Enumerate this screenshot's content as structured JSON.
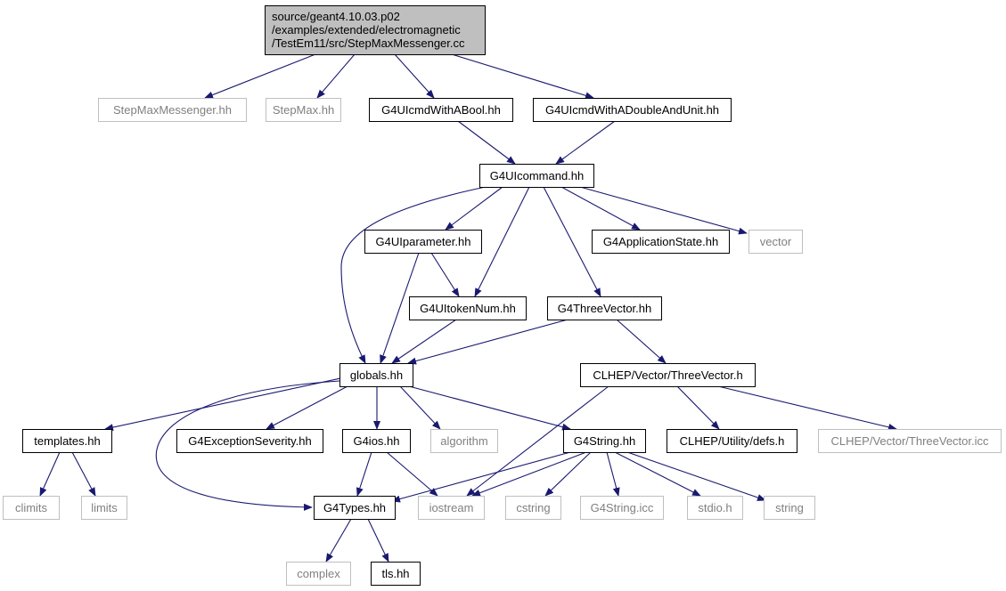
{
  "colors": {
    "edge": "#191970",
    "root_fill": "#bfbfbf",
    "node_border": "#000000",
    "external_border": "#bfbfbf",
    "text": "#000000",
    "external_text": "#808080"
  },
  "nodes": {
    "root": {
      "label_lines": [
        "source/geant4.10.03.p02",
        "/examples/extended/electromagnetic",
        "/TestEm11/src/StepMaxMessenger.cc"
      ],
      "kind": "root"
    },
    "stepmaxmessenger_hh": {
      "label": "StepMaxMessenger.hh",
      "kind": "external"
    },
    "stepmax_hh": {
      "label": "StepMax.hh",
      "kind": "external"
    },
    "g4uicmdwithabool_hh": {
      "label": "G4UIcmdWithABool.hh",
      "kind": "normal"
    },
    "g4uicmdwithadoubleandunit_hh": {
      "label": "G4UIcmdWithADoubleAndUnit.hh",
      "kind": "normal"
    },
    "g4uicommand_hh": {
      "label": "G4UIcommand.hh",
      "kind": "normal"
    },
    "g4uiparameter_hh": {
      "label": "G4UIparameter.hh",
      "kind": "normal"
    },
    "g4applicationstate_hh": {
      "label": "G4ApplicationState.hh",
      "kind": "normal"
    },
    "vector": {
      "label": "vector",
      "kind": "external"
    },
    "g4uitokennum_hh": {
      "label": "G4UItokenNum.hh",
      "kind": "normal"
    },
    "g4threevector_hh": {
      "label": "G4ThreeVector.hh",
      "kind": "normal"
    },
    "globals_hh": {
      "label": "globals.hh",
      "kind": "normal"
    },
    "clhep_threevector_h": {
      "label": "CLHEP/Vector/ThreeVector.h",
      "kind": "normal"
    },
    "templates_hh": {
      "label": "templates.hh",
      "kind": "normal"
    },
    "g4exceptionseverity_hh": {
      "label": "G4ExceptionSeverity.hh",
      "kind": "normal"
    },
    "g4ios_hh": {
      "label": "G4ios.hh",
      "kind": "normal"
    },
    "algorithm": {
      "label": "algorithm",
      "kind": "external"
    },
    "g4string_hh": {
      "label": "G4String.hh",
      "kind": "normal"
    },
    "clhep_utility_defs_h": {
      "label": "CLHEP/Utility/defs.h",
      "kind": "normal"
    },
    "clhep_threevector_icc": {
      "label": "CLHEP/Vector/ThreeVector.icc",
      "kind": "external"
    },
    "climits": {
      "label": "climits",
      "kind": "external"
    },
    "limits": {
      "label": "limits",
      "kind": "external"
    },
    "g4types_hh": {
      "label": "G4Types.hh",
      "kind": "normal"
    },
    "iostream": {
      "label": "iostream",
      "kind": "external"
    },
    "cstring": {
      "label": "cstring",
      "kind": "external"
    },
    "g4string_icc": {
      "label": "G4String.icc",
      "kind": "external"
    },
    "stdio_h": {
      "label": "stdio.h",
      "kind": "external"
    },
    "string": {
      "label": "string",
      "kind": "external"
    },
    "complex": {
      "label": "complex",
      "kind": "external"
    },
    "tls_hh": {
      "label": "tls.hh",
      "kind": "normal"
    }
  },
  "edges": [
    [
      "root",
      "stepmaxmessenger_hh"
    ],
    [
      "root",
      "stepmax_hh"
    ],
    [
      "root",
      "g4uicmdwithabool_hh"
    ],
    [
      "root",
      "g4uicmdwithadoubleandunit_hh"
    ],
    [
      "g4uicmdwithabool_hh",
      "g4uicommand_hh"
    ],
    [
      "g4uicmdwithadoubleandunit_hh",
      "g4uicommand_hh"
    ],
    [
      "g4uicommand_hh",
      "g4uiparameter_hh"
    ],
    [
      "g4uicommand_hh",
      "g4applicationstate_hh"
    ],
    [
      "g4uicommand_hh",
      "vector"
    ],
    [
      "g4uicommand_hh",
      "g4uitokennum_hh"
    ],
    [
      "g4uicommand_hh",
      "g4threevector_hh"
    ],
    [
      "g4uicommand_hh",
      "globals_hh"
    ],
    [
      "g4uiparameter_hh",
      "g4uitokennum_hh"
    ],
    [
      "g4uiparameter_hh",
      "globals_hh"
    ],
    [
      "g4uitokennum_hh",
      "globals_hh"
    ],
    [
      "g4threevector_hh",
      "globals_hh"
    ],
    [
      "g4threevector_hh",
      "clhep_threevector_h"
    ],
    [
      "clhep_threevector_h",
      "iostream"
    ],
    [
      "clhep_threevector_h",
      "clhep_utility_defs_h"
    ],
    [
      "clhep_threevector_h",
      "clhep_threevector_icc"
    ],
    [
      "globals_hh",
      "templates_hh"
    ],
    [
      "globals_hh",
      "g4exceptionseverity_hh"
    ],
    [
      "globals_hh",
      "g4ios_hh"
    ],
    [
      "globals_hh",
      "algorithm"
    ],
    [
      "globals_hh",
      "g4string_hh"
    ],
    [
      "globals_hh",
      "g4types_hh"
    ],
    [
      "templates_hh",
      "climits"
    ],
    [
      "templates_hh",
      "limits"
    ],
    [
      "g4ios_hh",
      "g4types_hh"
    ],
    [
      "g4ios_hh",
      "iostream"
    ],
    [
      "g4string_hh",
      "g4types_hh"
    ],
    [
      "g4string_hh",
      "iostream"
    ],
    [
      "g4string_hh",
      "cstring"
    ],
    [
      "g4string_hh",
      "g4string_icc"
    ],
    [
      "g4string_hh",
      "stdio_h"
    ],
    [
      "g4string_hh",
      "string"
    ],
    [
      "g4types_hh",
      "complex"
    ],
    [
      "g4types_hh",
      "tls_hh"
    ]
  ]
}
